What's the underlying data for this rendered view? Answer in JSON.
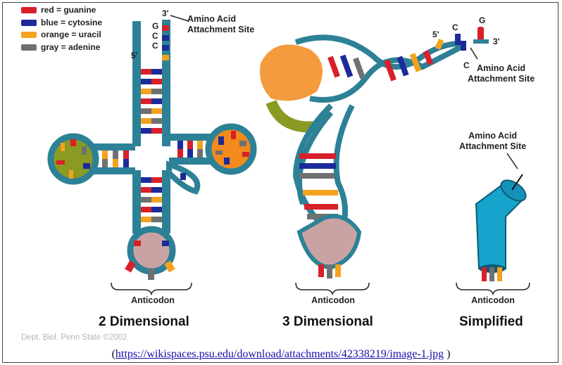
{
  "legend": [
    {
      "text": "red = guanine",
      "color": "#d8202a"
    },
    {
      "text": "blue = cytosine",
      "color": "#1c2a9a"
    },
    {
      "text": "orange = uracil",
      "color": "#f4a21e"
    },
    {
      "text": "gray = adenine",
      "color": "#707070"
    }
  ],
  "colors": {
    "backbone": "#2d8196",
    "pink": "#c9a3a4",
    "olive": "#8a9a22",
    "orange_fill": "#f28a1c"
  },
  "panel_2d": {
    "amino_acid_label": "Amino Acid\nAttachment Site",
    "end_3": "3'",
    "end_5": "5'",
    "bases": [
      "G",
      "C",
      "C"
    ],
    "anticodon": "Anticodon",
    "title": "2 Dimensional"
  },
  "panel_3d": {
    "amino_acid_label": "Amino Acid\nAttachment Site",
    "end_3": "3'",
    "end_5": "5'",
    "bases": [
      "C",
      "C",
      "G"
    ],
    "anticodon": "Anticodon",
    "title": "3 Dimensional"
  },
  "panel_simplified": {
    "amino_acid_label": "Amino Acid\nAttachment Site",
    "anticodon": "Anticodon",
    "title": "Simplified"
  },
  "credit": "Dept. Biol. Penn State ©2002",
  "source": {
    "open": "(",
    "url": "https://wikispaces.psu.edu/download/attachments/42338219/image-1.jpg",
    "close": " )"
  }
}
